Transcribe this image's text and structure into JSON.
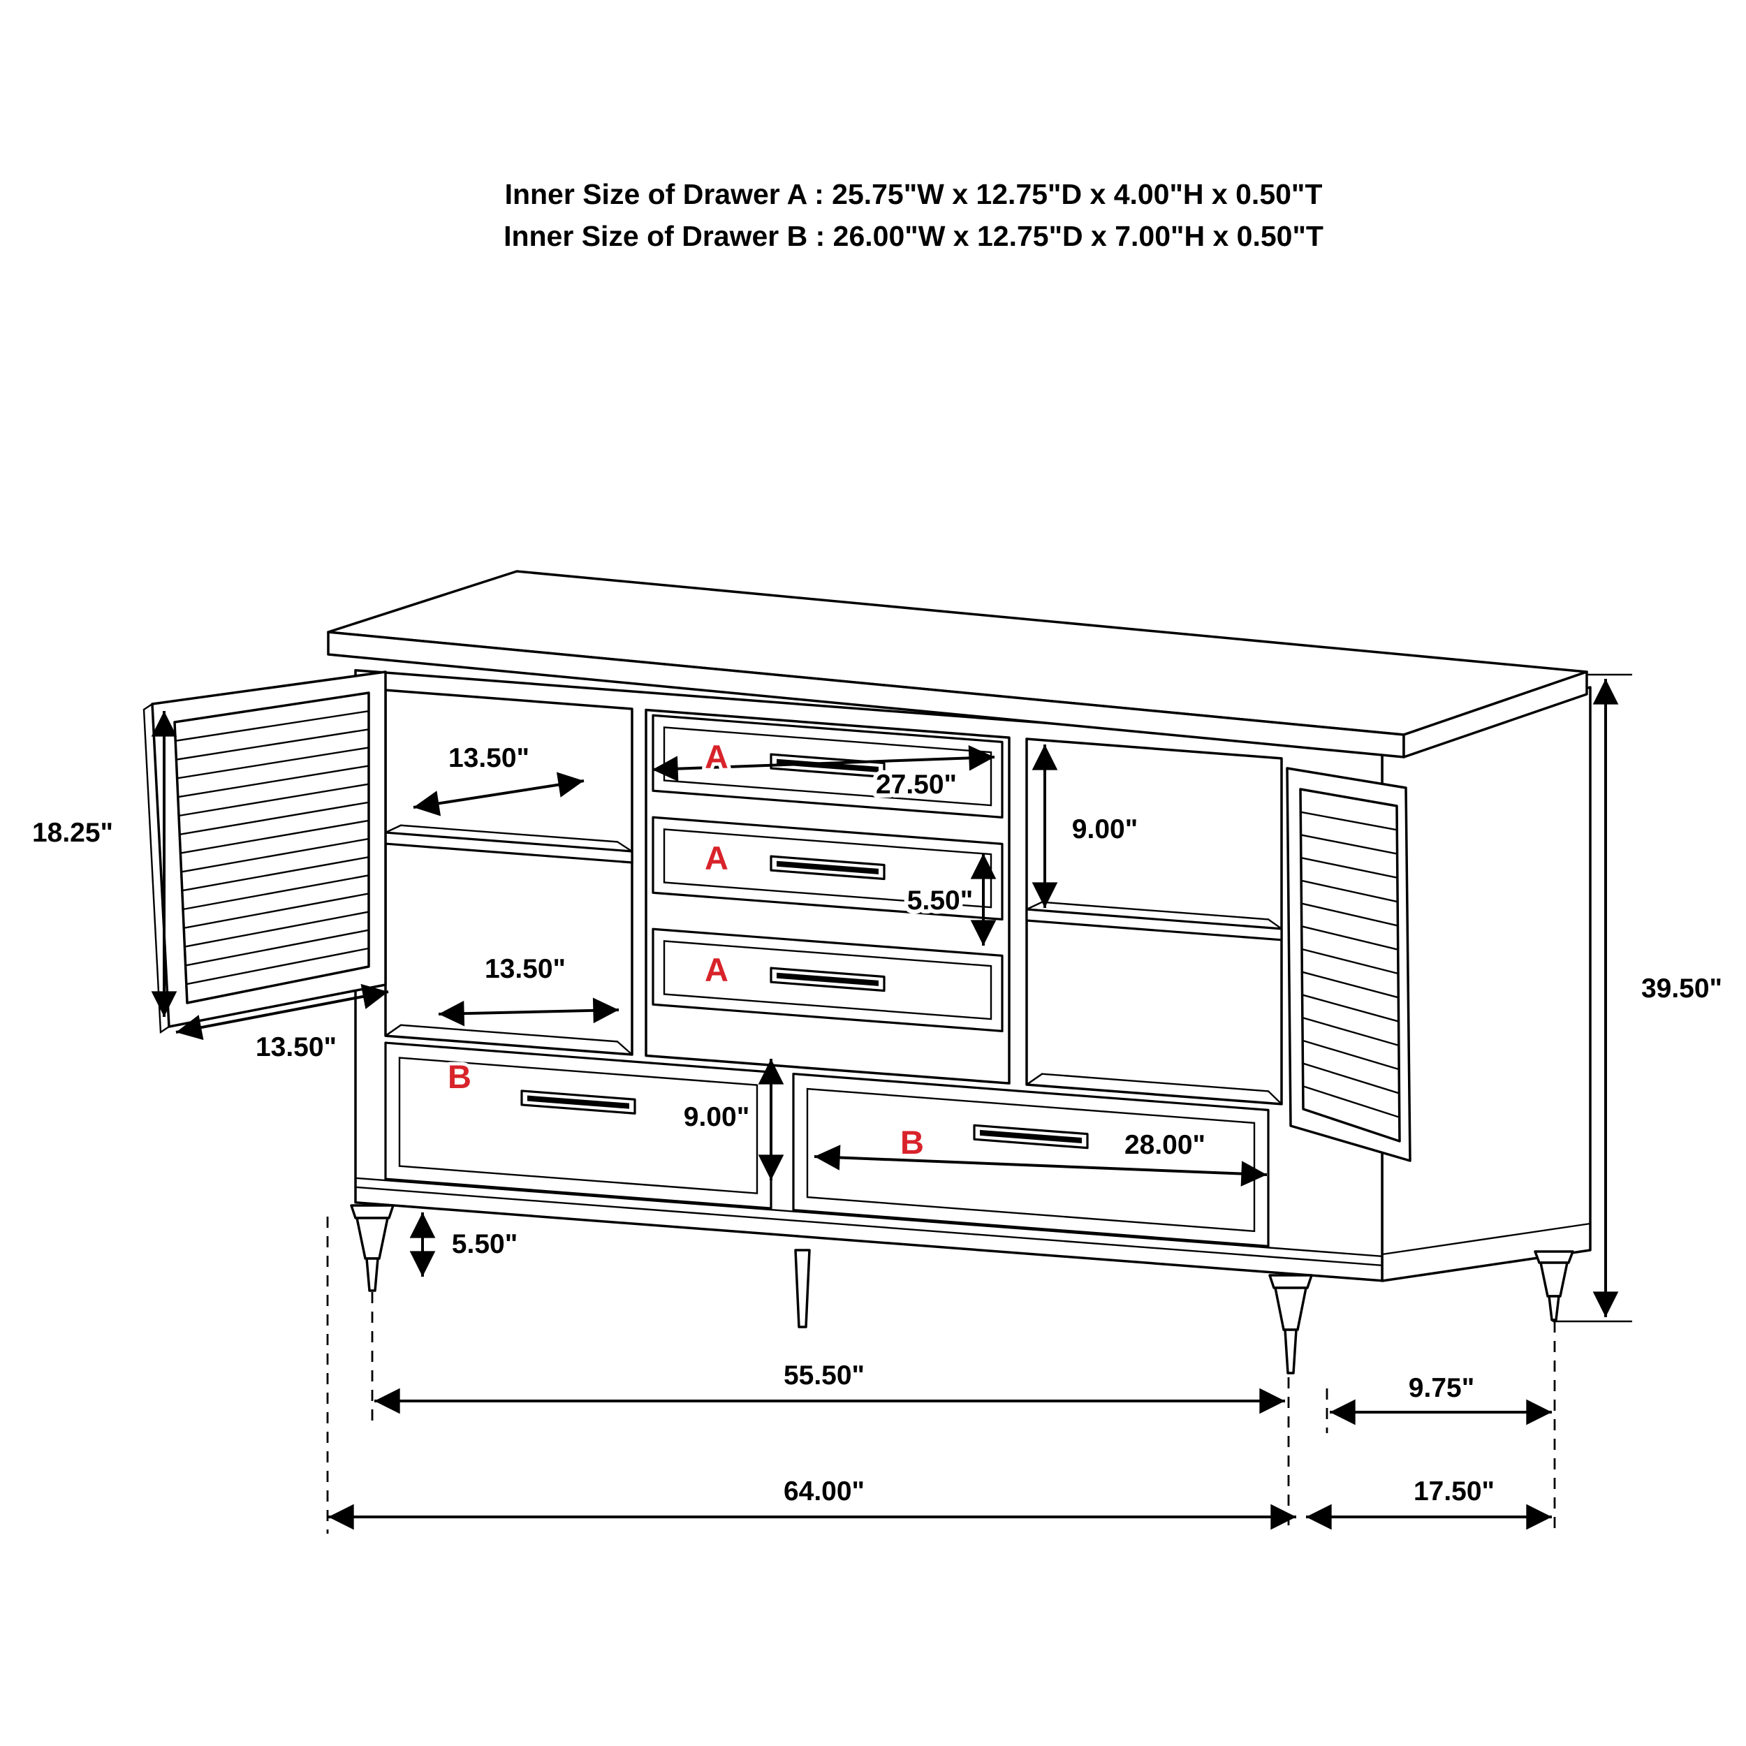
{
  "title": {
    "line1": "Inner Size of Drawer A : 25.75\"W x 12.75\"D x 4.00\"H x 0.50\"T",
    "line2": "Inner Size of Drawer B : 26.00\"W x 12.75\"D x 7.00\"H x 0.50\"T"
  },
  "drawer_letters": {
    "a": "A",
    "b": "B"
  },
  "dimensions": {
    "shelf_depth_top": "13.50\"",
    "door_height": "18.25\"",
    "door_width": "13.50\"",
    "compartment_depth": "13.50\"",
    "drawer_a_width": "27.50\"",
    "opening_right_height": "9.00\"",
    "drawer_a_height": "5.50\"",
    "drawer_b_height": "9.00\"",
    "drawer_b_width": "28.00\"",
    "leg_height": "5.50\"",
    "overall_height": "39.50\"",
    "front_feet_span": "55.50\"",
    "side_feet_span": "9.75\"",
    "overall_width": "64.00\"",
    "overall_depth": "17.50\""
  },
  "colors": {
    "line": "#000000",
    "accent_red": "#d8232a",
    "background": "#ffffff"
  }
}
